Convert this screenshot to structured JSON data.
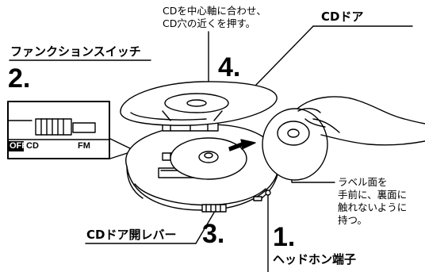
{
  "labels": {
    "function_switch": "ファンクションスイッチ",
    "cd_door": "CDドア",
    "cd_door_release": "CDドア開レバー",
    "headphone_jack": "ヘッドホン端子"
  },
  "steps": {
    "s1": "1.",
    "s2": "2.",
    "s3": "3.",
    "s4": "4."
  },
  "notes": {
    "center_line1": "CDを中心軸に合わせ、",
    "center_line2": "CD穴の近くを押す。",
    "label_line1": "ラベル面を",
    "label_line2": "手前に、裏面に",
    "label_line3": "触れないように",
    "label_line4": "持つ。"
  },
  "switch": {
    "off": "OFF",
    "cd": "CD",
    "fm": "FM"
  }
}
